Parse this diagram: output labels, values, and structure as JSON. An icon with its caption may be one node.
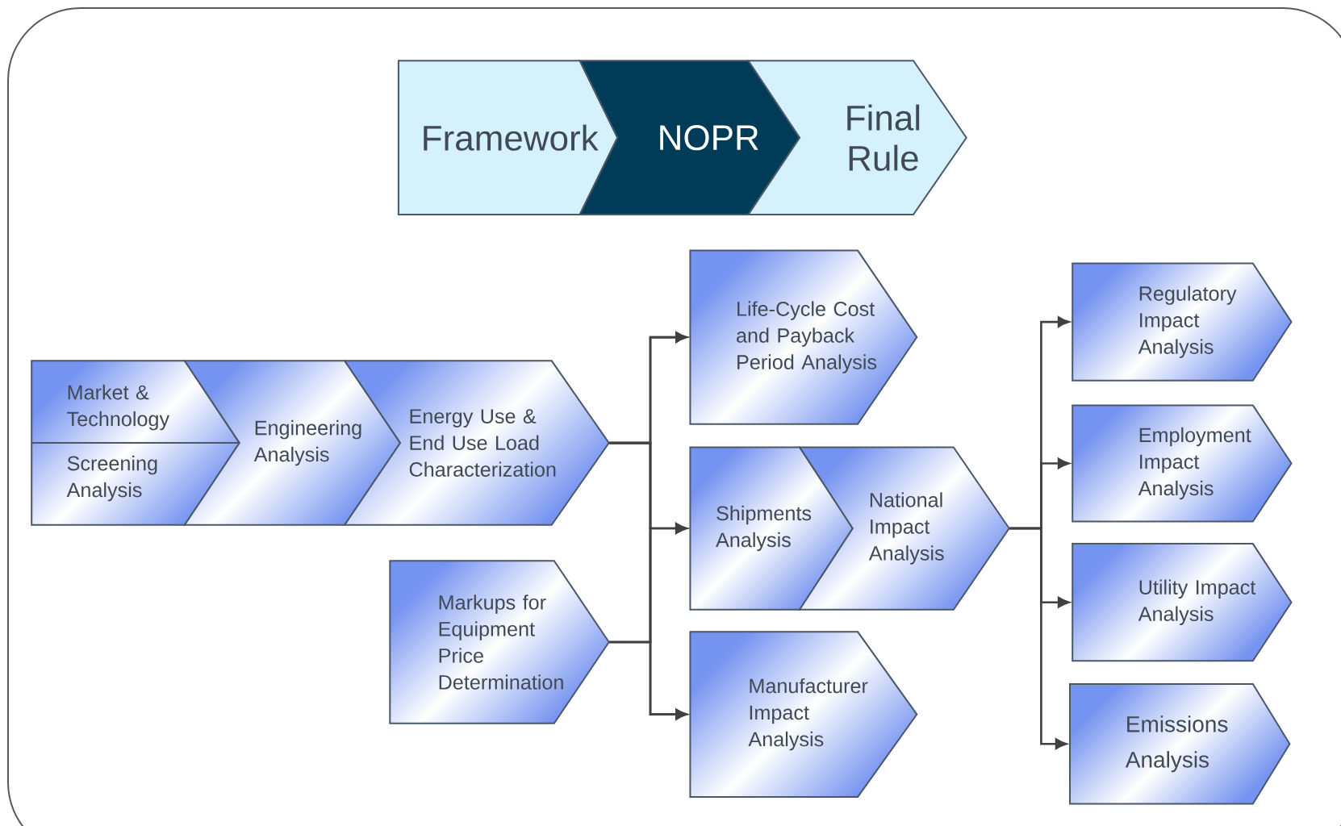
{
  "diagram": {
    "nodes": [
      {
        "text": [
          "Framework"
        ]
      },
      {
        "text": [
          "NOPR"
        ]
      },
      {
        "text": [
          "Final Rule"
        ]
      },
      {
        "text": [
          "Market & Technology",
          "Screening Analysis"
        ]
      },
      {
        "text": [
          "Engineering Analysis"
        ]
      },
      {
        "text": [
          "Energy Use & End Use Load Characterization"
        ]
      },
      {
        "text": [
          "Markups for Equipment Price Determination"
        ]
      },
      {
        "text": [
          "Life-Cycle Cost and Payback Period Analysis"
        ]
      },
      {
        "text": [
          "Shipments Analysis"
        ]
      },
      {
        "text": [
          "National Impact Analysis"
        ]
      },
      {
        "text": [
          "Manufacturer Impact Analysis"
        ]
      },
      {
        "text": [
          "Regulatory Impact Analysis"
        ]
      },
      {
        "text": [
          "Employment Impact Analysis"
        ]
      },
      {
        "text": [
          "Utility Impact Analysis"
        ]
      },
      {
        "text": [
          "Emissions Analysis"
        ]
      }
    ],
    "edges": [
      {
        "from": 5,
        "to": 7,
        "arrow": "to"
      },
      {
        "from": 5,
        "to": 8,
        "arrow": "to"
      },
      {
        "from": 5,
        "to": 10,
        "arrow": "to"
      },
      {
        "from": 6,
        "to": 7,
        "arrow": "to"
      },
      {
        "from": 6,
        "to": 8,
        "arrow": "to"
      },
      {
        "from": 6,
        "to": 10,
        "arrow": "to"
      },
      {
        "from": 9,
        "to": 11,
        "arrow": "to"
      },
      {
        "from": 9,
        "to": 12,
        "arrow": "to"
      },
      {
        "from": 9,
        "to": 13,
        "arrow": "to"
      },
      {
        "from": 9,
        "to": 14,
        "arrow": "to"
      }
    ]
  }
}
